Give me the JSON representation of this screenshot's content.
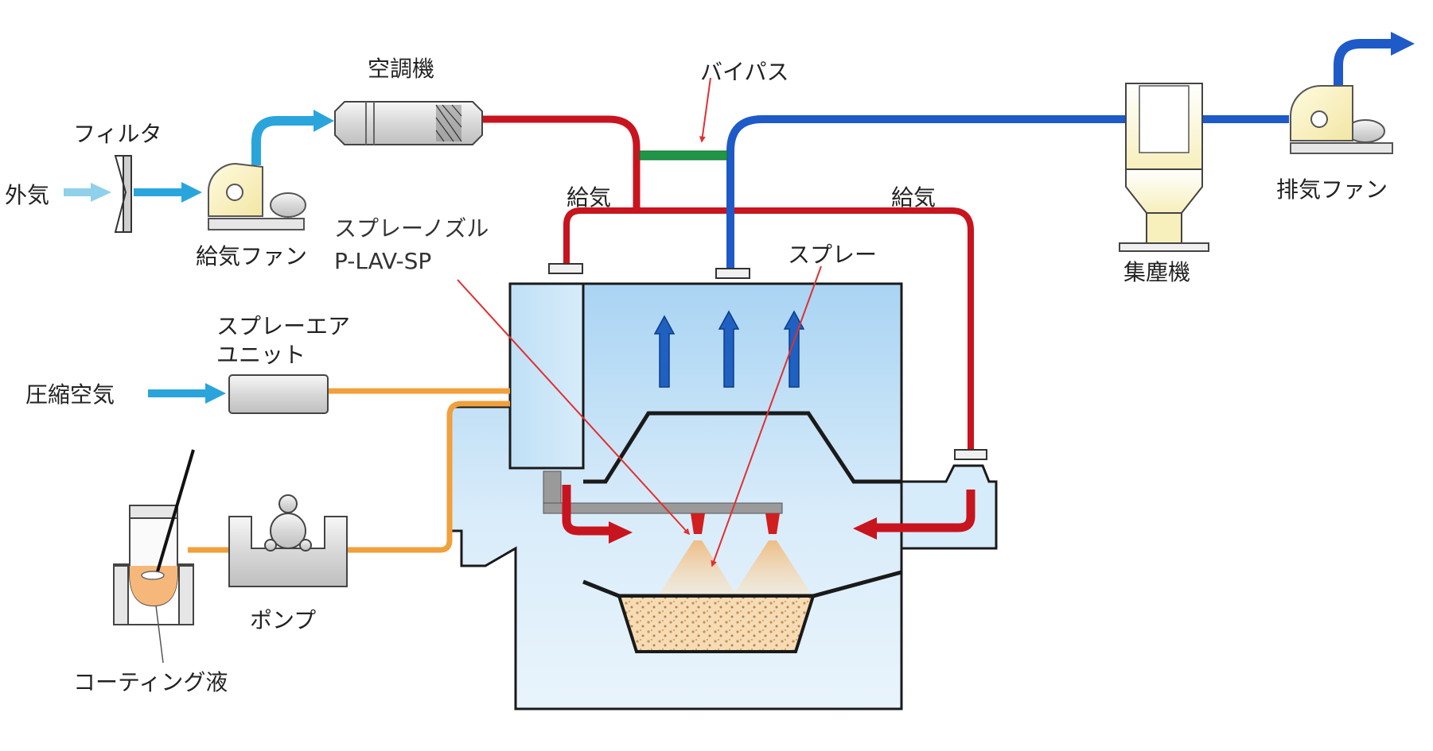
{
  "labels": {
    "outside_air": "外気",
    "filter": "フィルタ",
    "supply_fan": "給気ファン",
    "air_conditioner": "空調機",
    "bypass": "バイパス",
    "supply_air_left": "給気",
    "supply_air_right": "給気",
    "spray_nozzle_line1": "スプレーノズル",
    "spray_nozzle_line2": "P-LAV-SP",
    "spray": "スプレー",
    "dust_collector": "集塵機",
    "exhaust_fan": "排気ファン",
    "spray_air_unit_line1": "スプレーエア",
    "spray_air_unit_line2": "ユニット",
    "compressed_air": "圧縮空気",
    "pump": "ポンプ",
    "coating_liquid": "コーティング液"
  },
  "colors": {
    "supply_pipe": "#c8141e",
    "exhaust_pipe": "#1e5ac8",
    "bypass_pipe": "#1e9646",
    "intake_pipe": "#2aa5dc",
    "liquid_pipe": "#f0a03c",
    "chamber_fill": "#d2e8f8",
    "pointer_line": "#e03030"
  }
}
